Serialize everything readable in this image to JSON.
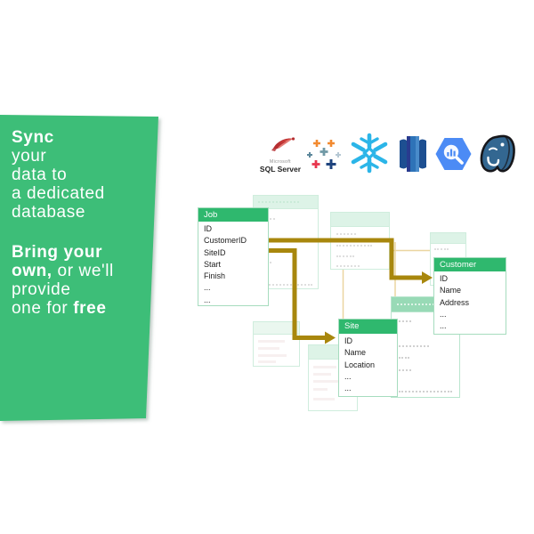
{
  "slide": {
    "colors": {
      "sidebar_green": "#3cbe78",
      "table_header_green": "#2fb86e",
      "table_border_green": "#a6dcbe",
      "arrow_gold": "#a8870d",
      "connector_tan": "#ebd5a0"
    },
    "sidebar": {
      "line1": "Sync",
      "line2": "your",
      "line3": "data to",
      "line4": "a dedicated",
      "line5": "database",
      "line6_bold": "Bring your",
      "line7_bold": "own,",
      "line7_rest": " or we'll",
      "line8": "provide",
      "line9_rest": "one for ",
      "line9_bold": "free"
    },
    "logos": {
      "sqlserver": {
        "icon": "sqlserver-logo",
        "caption_top": "Microsoft",
        "caption": "SQL Server"
      },
      "tableau": {
        "icon": "tableau-logo"
      },
      "snowflake": {
        "icon": "snowflake-logo"
      },
      "redshift": {
        "icon": "redshift-logo"
      },
      "bigquery": {
        "icon": "bigquery-logo"
      },
      "postgresql": {
        "icon": "postgresql-logo"
      }
    },
    "diagram": {
      "tables": {
        "job": {
          "title": "Job",
          "rows": [
            "ID",
            "CustomerID",
            "SiteID",
            "Start",
            "Finish",
            "...",
            "..."
          ]
        },
        "customer": {
          "title": "Customer",
          "rows": [
            "ID",
            "Name",
            "Address",
            "...",
            "..."
          ]
        },
        "site": {
          "title": "Site",
          "rows": [
            "ID",
            "Name",
            "Location",
            "...",
            "..."
          ]
        }
      },
      "relations": [
        {
          "from": "Job.CustomerID",
          "to": "Customer.ID"
        },
        {
          "from": "Job.SiteID",
          "to": "Site.ID"
        }
      ]
    }
  }
}
